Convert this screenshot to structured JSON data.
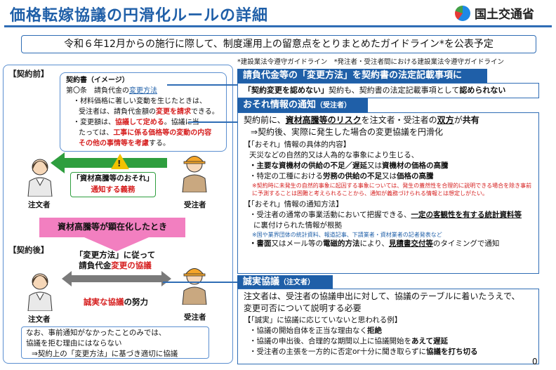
{
  "header": {
    "title": "価格転嫁協議の円滑化ルールの詳細",
    "ministry": "国土交通省"
  },
  "banner": "令和６年12月からの施行に際して、制度運用上の留意点をとりまとめたガイドライン*を公表予定",
  "banner_note": "*建設業法令遵守ガイドライン　*発注者・受注者間における建設業法令遵守ガイドライン",
  "left": {
    "before_tag": "【契約前】",
    "after_tag": "【契約後】",
    "contract": {
      "title": "契約書（イメージ）",
      "clause": "第〇条　請負代金の",
      "clause_link": "変更方法",
      "item1_a": "材料価格に著しい変動を生じたときは、",
      "item1_b": "受注者は、請負代金額の",
      "item1_c": "変更を請求",
      "item1_d": "できる。",
      "item2_a": "変更額は、",
      "item2_b": "協議して定める",
      "item2_c": "。協議に当",
      "item2_d": "たっては、",
      "item2_e": "工事に係る価格等の変動の内容",
      "item2_f": "その他の事情等を考慮",
      "item2_g": "する。"
    },
    "warn_mark": "!",
    "speech_line1": "「資材高騰等のおそれ」",
    "speech_line2": "通知する義務",
    "client_label": "注文者",
    "contractor_label": "受注者",
    "pink_arrow_text": "資材高騰等が顕在化したとき",
    "after_line1": "「変更方法」に従って",
    "after_line2a": "請負代金",
    "after_line2b": "変更の協議",
    "effort_a": "誠実な協議",
    "effort_b": "の努力",
    "client_label2": "注文者",
    "contractor_label2": "受注者",
    "note_line1": "なお、事前通知がなかったことのみでは、",
    "note_line2": "協議を拒む理由にはならない",
    "note_line3": "⇒契約上の「変更方法」に基づき適切に協議"
  },
  "sec1": {
    "header": "請負代金等の「変更方法」を契約書の法定記載事項に",
    "body_a": "「契約変更を認めない」",
    "body_b": "契約も、契約書の法定記載事項として",
    "body_c": "認められない"
  },
  "sec2": {
    "header": "おそれ情報の通知",
    "header_sub": "（受注者）",
    "line1_a": "契約前に、",
    "line1_b": "資材高騰等のリスク",
    "line1_c": "を注文者・受注者の",
    "line1_d": "双方",
    "line1_e": "が",
    "line1_f": "共有",
    "line2": "⇒契約後、実際に発生した場合の変更協議を円滑化",
    "content_title": "【「おそれ」情報の具体的内容】",
    "content_1": "天災などの自然的又は人為的な事象により生じる、",
    "content_2a": "・主要な資機材の供給の不足／遅延",
    "content_2b": "又は",
    "content_2c": "資機材の価格の高騰",
    "content_3a": "・特定の工種における",
    "content_3b": "労務の供給の不足",
    "content_3c": "又は",
    "content_3d": "価格の高騰",
    "content_note": "※契約時に未発生の自然的事象に起因する事象については、発生の蓋然性を合理的に説明できる場合を除き事前に予測することは困難と考えられることから、通知が義務づけられる情報とは想定しがたい。",
    "method_title": "【「おそれ」情報の通知方法】",
    "method_1a": "・受注者の通常の事業活動において把握できる、",
    "method_1b": "一定の客観性を有する統計資料等",
    "method_2a": "に裏付けられた",
    "method_2b": "情報が根拠",
    "method_note": "※国や業界団体の統計資料、報道記事、下請業者・資材業者の記者発表など",
    "method_3a": "・書面",
    "method_3b": "又はメール等の",
    "method_3c": "電磁的方法",
    "method_3d": "により、",
    "method_3e": "見積書交付等",
    "method_3f": "のタイミングで通知"
  },
  "sec3": {
    "header": "誠実協議",
    "header_sub": "（注文者）",
    "line1": "注文者は、受注者の協議申出に対して、協議のテーブルに着いたうえで、",
    "line2": "変更可否について説明する必要",
    "example_title": "【「誠実」に協議に応じていないと思われる例】",
    "ex1a": "・協議の開始自体を正当な理由なく",
    "ex1b": "拒絶",
    "ex2a": "・協議の申出後、合理的な期間以上に協議開始を",
    "ex2b": "あえて遅延",
    "ex3a": "・受注者の主張を一方的に否定or十分に聞き取らずに",
    "ex3b": "協議を打ち切る"
  },
  "page_number": "0",
  "colors": {
    "primary": "#1f5fa8",
    "accent_red": "#d62020",
    "green": "#2e9e3e",
    "pink": "#f27fc0"
  }
}
